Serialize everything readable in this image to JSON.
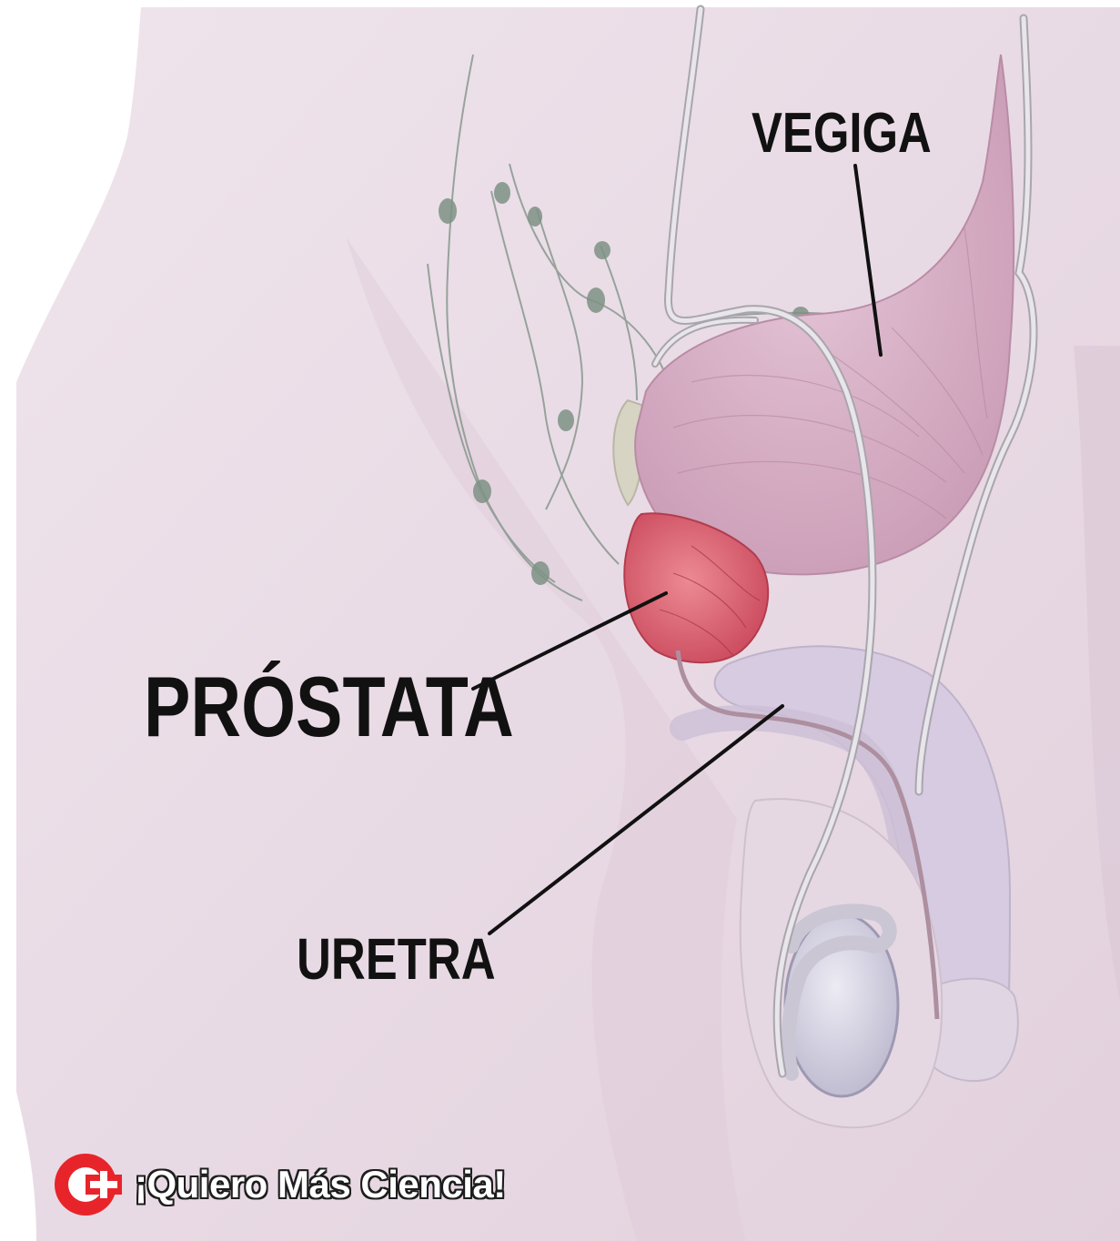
{
  "labels": {
    "bladder": "VEGIGA",
    "prostate": "PRÓSTATA",
    "urethra": "URETRA"
  },
  "brand": {
    "name": "¡Quiero Más Ciencia!",
    "logo_icon": "c-plus-logo-icon",
    "accent": "#e8242b"
  },
  "colors": {
    "skin": "#eadbe5",
    "bladder": "#d9b1c8",
    "prostate": "#d9606f",
    "testis": "#d9d5e4",
    "vessels": "#b9b5bc",
    "lymph": "#6f8578"
  }
}
